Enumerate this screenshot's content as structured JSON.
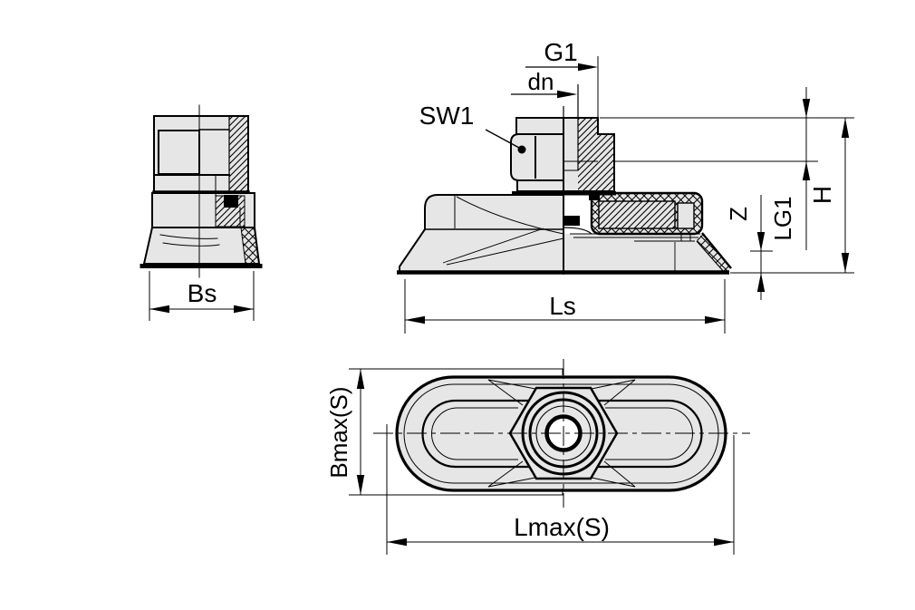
{
  "drawing": {
    "type": "technical-drawing",
    "component": "flat oval suction cup with threaded fitting, three orthographic views",
    "colors": {
      "part_fill": "#e6e6e6",
      "line": "#000000",
      "background": "#ffffff"
    },
    "views": {
      "side_section_small": {
        "name": "narrow side view (half section)",
        "dims": {
          "bs": "Bs"
        }
      },
      "front_section_main": {
        "name": "main front view (half section)",
        "labels": {
          "g1": "G1",
          "dn": "dn",
          "sw1": "SW1"
        },
        "dims": {
          "ls": "Ls",
          "z": "Z",
          "lg1": "LG1",
          "h": "H"
        }
      },
      "bottom_view": {
        "name": "bottom view",
        "dims": {
          "bmax": "Bmax(S)",
          "lmax": "Lmax(S)"
        }
      }
    }
  }
}
